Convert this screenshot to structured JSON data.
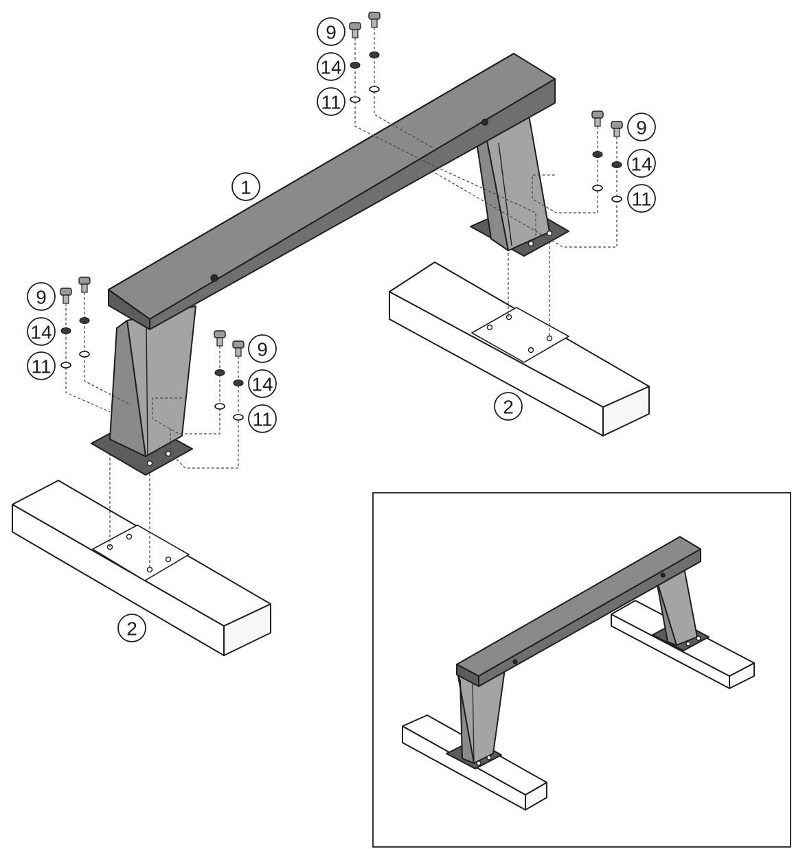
{
  "callouts": {
    "frame": "1",
    "foot_right": "2",
    "foot_left": "2",
    "bolt_top": "9",
    "lock_washer_top": "14",
    "flat_washer_top": "11",
    "bolt_right": "9",
    "lock_washer_right": "14",
    "flat_washer_right": "11",
    "bolt_left_outer": "9",
    "lock_washer_left_outer": "14",
    "flat_washer_left_outer": "11",
    "bolt_left_inner": "9",
    "lock_washer_left_inner": "14",
    "flat_washer_left_inner": "11"
  },
  "colors": {
    "frame": "#6f6f6f",
    "line": "#1e1e1e",
    "wood": "#ffffff"
  }
}
